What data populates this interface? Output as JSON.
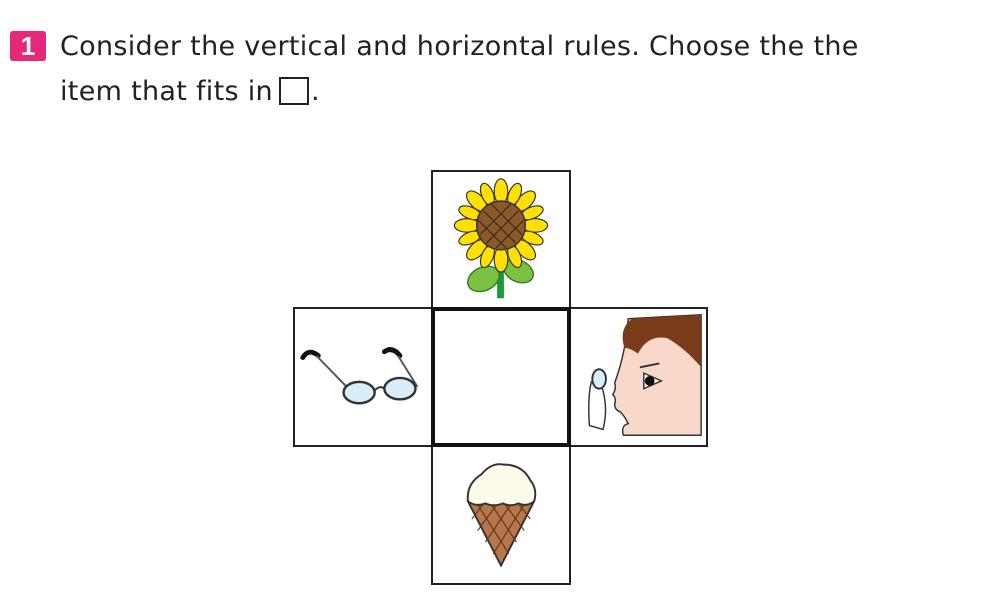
{
  "question": {
    "number": "1",
    "text_line1": "Consider the vertical and horizontal rules. Choose the the",
    "text_line2_before": "item that fits in",
    "text_line2_after": "."
  },
  "grid": {
    "top": {
      "icon": "sunflower-icon"
    },
    "left": {
      "icon": "glasses-icon"
    },
    "center": {
      "icon": "empty-answer-box"
    },
    "right": {
      "icon": "contact-lens-person-icon"
    },
    "bottom": {
      "icon": "ice-cream-cone-icon"
    }
  },
  "colors": {
    "badge": "#e5287a",
    "petal": "#ffe000",
    "seed": "#8a5a2b",
    "leaf": "#7cc242",
    "skin": "#f8d8c8",
    "hair": "#7a3b1a",
    "cone": "#b8764a",
    "lens": "#d8eef8"
  }
}
